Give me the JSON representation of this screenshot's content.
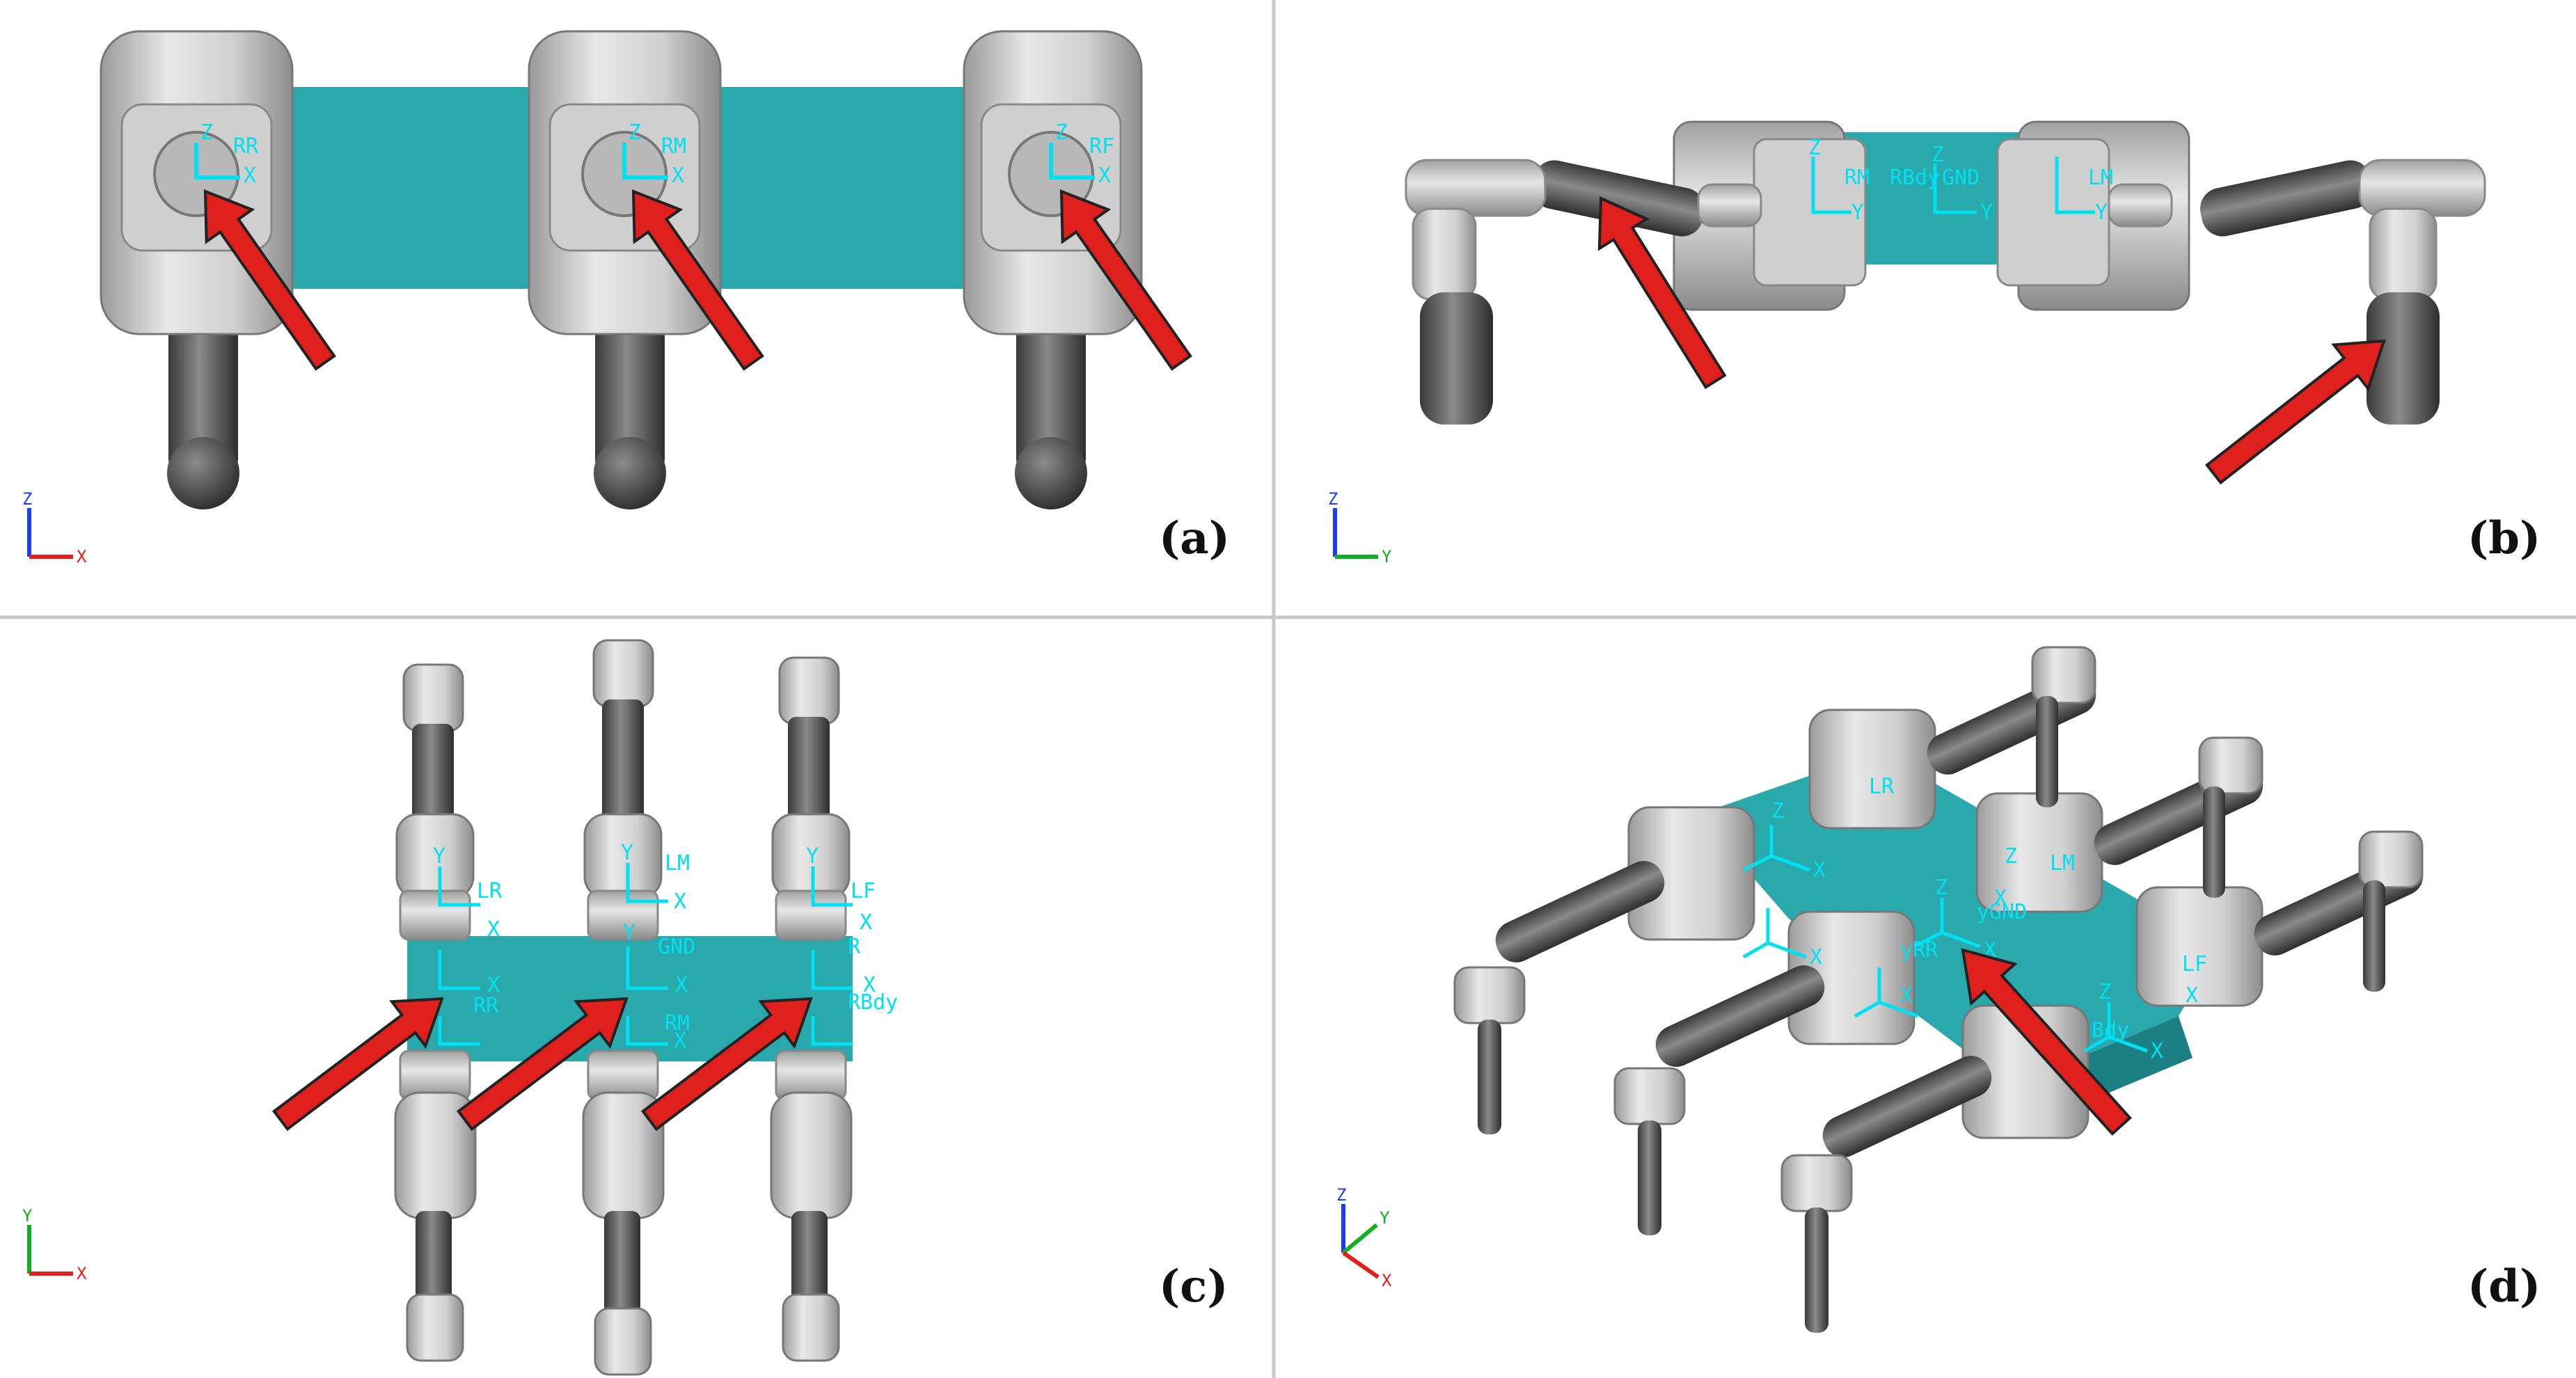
{
  "panels": [
    {
      "id": "a",
      "label": "(a)",
      "triad": [
        "Z",
        "X"
      ],
      "frame_tags": [
        "Z",
        "X",
        "RR",
        "Z",
        "X",
        "RM",
        "Z",
        "X",
        "RF"
      ]
    },
    {
      "id": "b",
      "label": "(b)",
      "triad": [
        "Z",
        "Y"
      ],
      "frame_tags": [
        "RM",
        "Y",
        "Z",
        "GND",
        "Y",
        "LM",
        "Y",
        "Z",
        "RBdy"
      ]
    },
    {
      "id": "c",
      "label": "(c)",
      "triad": [
        "Y",
        "X"
      ],
      "frame_tags": [
        "Y",
        "LR",
        "X",
        "Y",
        "LM",
        "X",
        "Y",
        "LF",
        "X",
        "GND",
        "Y",
        "X",
        "RR",
        "X",
        "RM",
        "X",
        "R",
        "RBdy",
        "X"
      ]
    },
    {
      "id": "d",
      "label": "(d)",
      "triad": [
        "Z",
        "Y",
        "X"
      ],
      "frame_tags": [
        "Z",
        "X",
        "LR",
        "Z",
        "X",
        "LM",
        "Z",
        "yGND",
        "X",
        "yRR",
        "X",
        "Z",
        "Bdy",
        "X",
        "LF",
        "X",
        "X"
      ]
    }
  ],
  "colors": {
    "body": "#2aa9ad",
    "frame": "#00e0f0",
    "arrow": "#e0201c",
    "arrow_outline": "#222222",
    "divider": "#c8c8c8"
  }
}
